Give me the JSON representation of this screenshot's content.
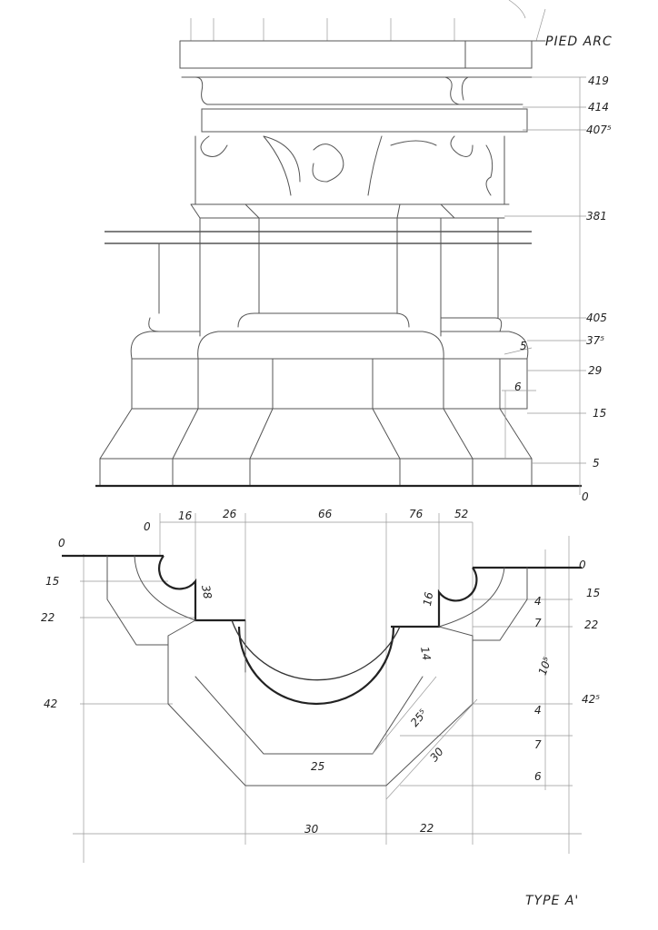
{
  "title": "TYPE A'",
  "elevation": {
    "reference_label": "PIED ARC",
    "heights": [
      "419",
      "414",
      "407⁵",
      "381",
      "405",
      "37⁵",
      "29",
      "15",
      "5",
      "0"
    ],
    "side_dims": [
      "5",
      "6"
    ]
  },
  "plan": {
    "top_dims": [
      "0",
      "16",
      "26",
      "66",
      "76",
      "52"
    ],
    "left_levels": [
      "0",
      "15",
      "22",
      "42"
    ],
    "right_levels": [
      "0",
      "15",
      "22",
      "42⁵"
    ],
    "right_sub_dims": [
      "4",
      "7",
      "10⁵",
      "4",
      "7",
      "6"
    ],
    "inner_dims": [
      "38",
      "16",
      "14",
      "25⁵",
      "30",
      "25"
    ],
    "bottom_dims": [
      "30",
      "22"
    ]
  }
}
